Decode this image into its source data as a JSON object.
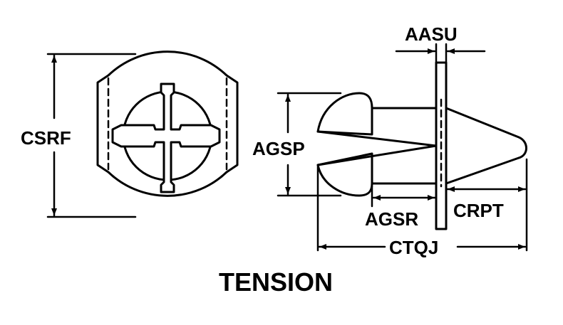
{
  "labels": {
    "csrf": "CSRF",
    "agsp": "AGSP",
    "aasu": "AASU",
    "agsr": "AGSR",
    "crpt": "CRPT",
    "ctqj": "CTQJ"
  },
  "caption": "TENSION",
  "colors": {
    "ink": "#000000",
    "background": "#ffffff"
  }
}
